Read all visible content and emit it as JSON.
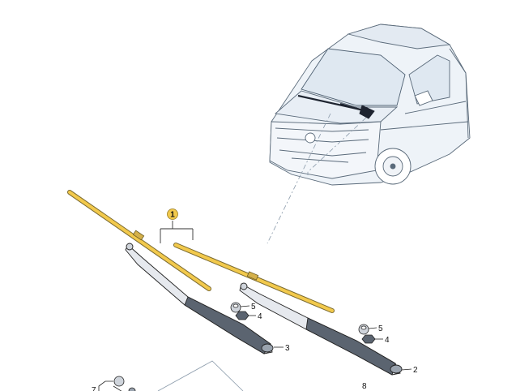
{
  "diagram": {
    "highlight_color": "#f2c94c",
    "callouts": {
      "wiper_blade_pair": "1",
      "wiper_arm_right": "2",
      "wiper_arm_left": "3",
      "nut_left": "4",
      "cap_left": "5",
      "nut_right": "4",
      "cap_right": "5",
      "bottom_part_7": "7",
      "bottom_part_8": "8"
    }
  }
}
